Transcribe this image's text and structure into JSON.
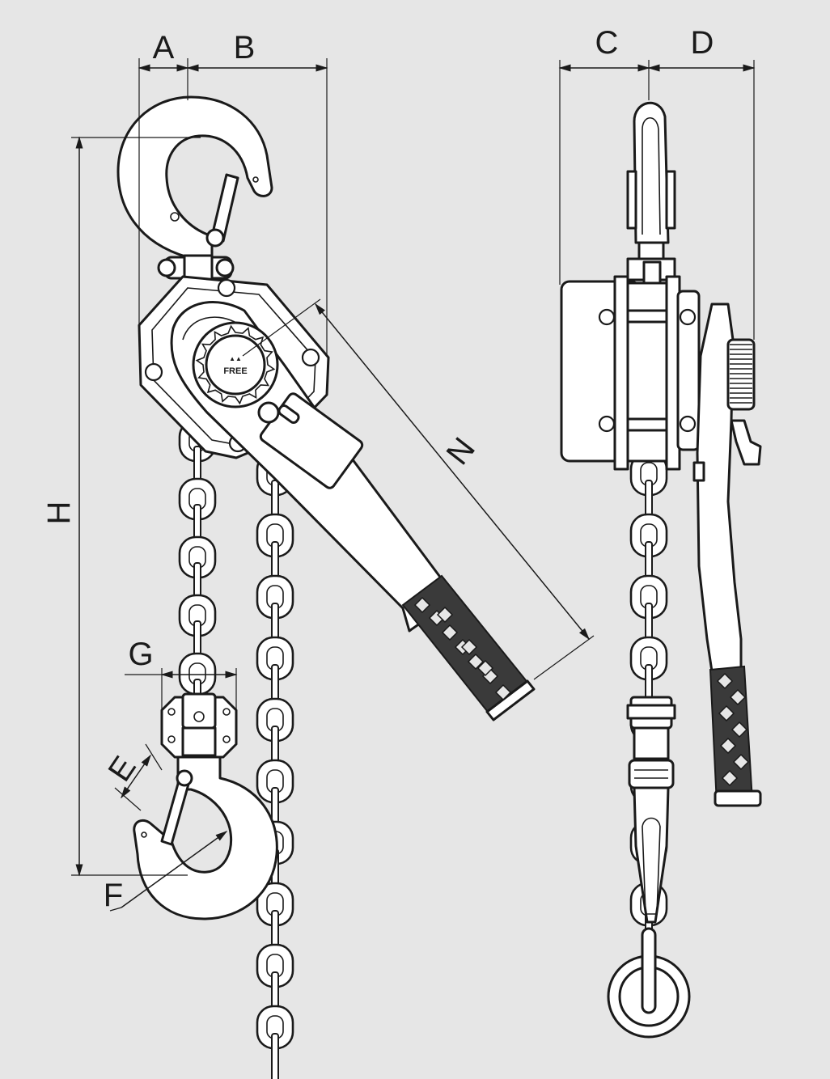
{
  "labels": {
    "A": "A",
    "B": "B",
    "C": "C",
    "D": "D",
    "E": "E",
    "F": "F",
    "G": "G",
    "H": "H",
    "N": "N"
  },
  "colors": {
    "background": "#e6e6e6",
    "line": "#1a1a1a",
    "part_fill": "#ffffff",
    "grip": "#3a3a3a"
  }
}
